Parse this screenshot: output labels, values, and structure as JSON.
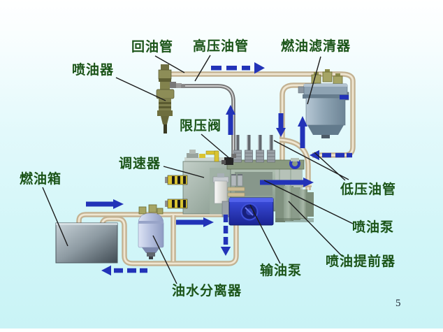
{
  "slide": {
    "page_number": "5"
  },
  "labels": {
    "injector": "喷油器",
    "return_pipe": "回油管",
    "high_pressure_pipe": "高压油管",
    "fuel_filter": "燃油滤清器",
    "pressure_limiting_valve": "限压阀",
    "governor": "调速器",
    "fuel_tank": "燃油箱",
    "low_pressure_pipe": "低压油管",
    "injection_pump": "喷油泵",
    "injection_advancer": "喷油提前器",
    "fuel_transfer_pump": "输油泵",
    "oil_water_separator": "油水分离器"
  },
  "colors": {
    "label_text": "#1b5418",
    "arrow_blue": "#2233b8",
    "pipe_tan": "#c3b292",
    "high_pressure_pipe_gray": "#6e6e6e"
  }
}
